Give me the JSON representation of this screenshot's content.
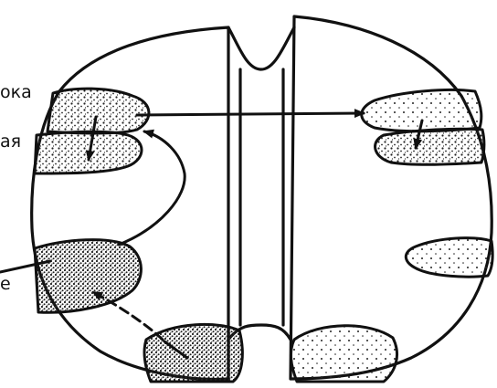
{
  "labels": {
    "fragment_1": "ока",
    "fragment_2": "ая",
    "fragment_3": "е"
  },
  "colors": {
    "ink": "#111111",
    "paper": "#ffffff",
    "stipple": "#222222"
  }
}
